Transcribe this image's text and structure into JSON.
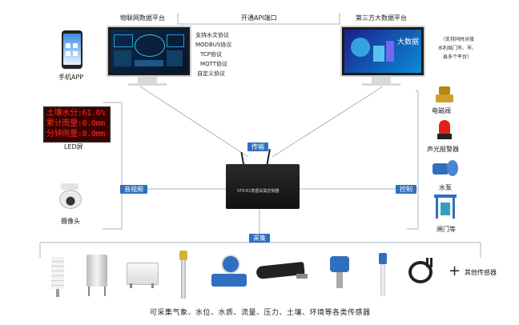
{
  "header": {
    "iot_platform": "物联网数据平台",
    "api_port": "开通API端口",
    "third_party_platform": "第三方大数据平台",
    "third_party_note_lines": [
      "（支持同时对接",
      "水利局门市、市、",
      "县多个平台）"
    ]
  },
  "protocols": [
    "支持水文协议",
    "MODBUS协议",
    "TCP协议",
    "MQTT协议",
    "自定义协议"
  ],
  "left_devices": {
    "phone_label": "手机APP",
    "led_label": "LED屏",
    "led_rows": [
      "土壤水分:61.6%",
      "累计雨量:0.0mm",
      "分钟雨量:0.0mm"
    ],
    "camera_label": "摄像头"
  },
  "right_devices": {
    "valve_label": "电磁阀",
    "alarm_label": "声光报警器",
    "pump_label": "水泵",
    "gate_label": "闸门等"
  },
  "tags": {
    "transmit": "传输",
    "av": "音视频",
    "control": "控制",
    "collect": "采集"
  },
  "controller_text": "STK-R1数据采集控制器",
  "big_data_screen_text": "大数据",
  "other_sensors": "其他传感器",
  "plus_icon": "plus-icon",
  "footer": "可采集气象、水位、水质、流量、压力、土壤、环境等各类传感器",
  "colors": {
    "accent": "#2f6fc0",
    "line": "#b0b8c8",
    "led_text": "#ff2a1a"
  }
}
